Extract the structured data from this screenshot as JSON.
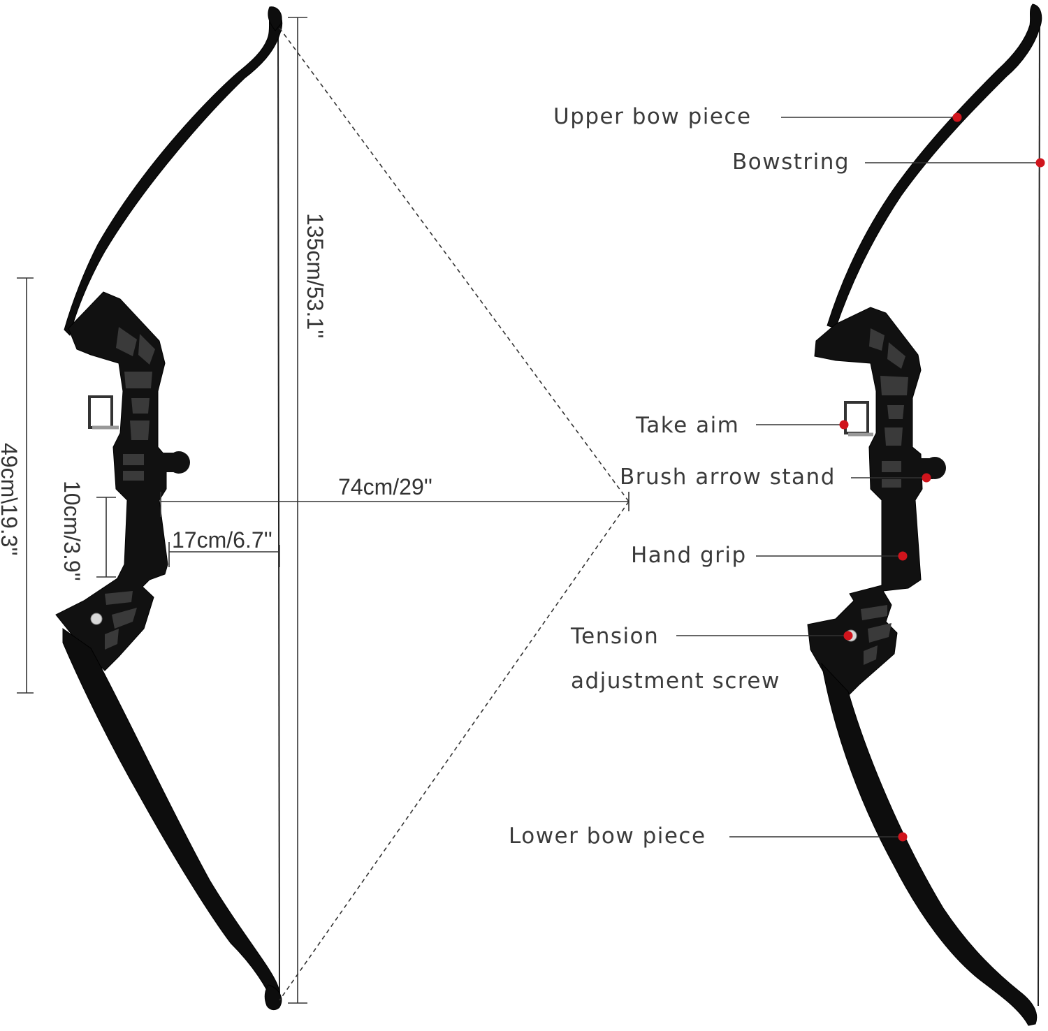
{
  "dimensions": {
    "total_length": "135cm/53.1''",
    "draw_length": "74cm/29''",
    "brace_height": "17cm/6.7''",
    "grip_length": "10cm/3.9''",
    "riser_length": "49cm\\19.3''"
  },
  "parts": [
    {
      "label": "Upper bow piece"
    },
    {
      "label": "Bowstring"
    },
    {
      "label": "Take aim"
    },
    {
      "label": "Brush arrow stand"
    },
    {
      "label": "Hand grip"
    },
    {
      "label": "Tension"
    },
    {
      "label": "adjustment screw"
    },
    {
      "label": "Lower bow piece"
    }
  ],
  "colors": {
    "bow": "#0d0d0d",
    "marker": "#d0141c",
    "text": "#3a3a3a"
  }
}
